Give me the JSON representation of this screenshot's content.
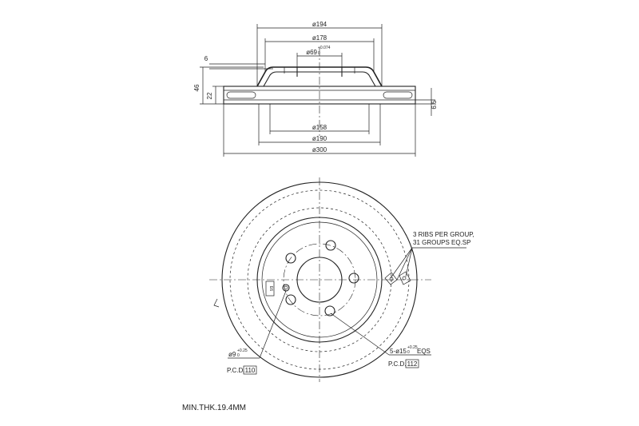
{
  "side_view": {
    "dimensions": {
      "outer_hat_diameter": "ø194",
      "inner_hat_diameter": "ø178",
      "center_bore": "ø69",
      "center_bore_tol_upper": "+0.074",
      "center_bore_tol_lower": "0",
      "hat_wall": "6",
      "total_height": "46",
      "disc_thickness": "22",
      "plate_thickness": "6.5",
      "friction_inner": "ø158",
      "friction_mid": "ø190",
      "outer_diameter": "ø300"
    }
  },
  "front_view": {
    "rib_note_line1": "3 RIBS PER GROUP,",
    "rib_note_line2": "31 GROUPS EQ.SP",
    "small_hole_label": "ø9",
    "small_hole_tol_upper": "+0.25",
    "small_hole_tol_lower": "0",
    "small_hole_pcd_label": "P.C.D.",
    "small_hole_pcd_value": "110",
    "bolt_holes_label": "5-ø15",
    "bolt_holes_tol_upper": "+0.25",
    "bolt_holes_tol_lower": "0",
    "bolt_holes_suffix": "EQS",
    "bolt_pcd_label": "P.C.D.",
    "bolt_pcd_value": "112",
    "side_tag": "E6"
  },
  "footer": {
    "min_thickness": "MIN.THK.19.4MM"
  }
}
